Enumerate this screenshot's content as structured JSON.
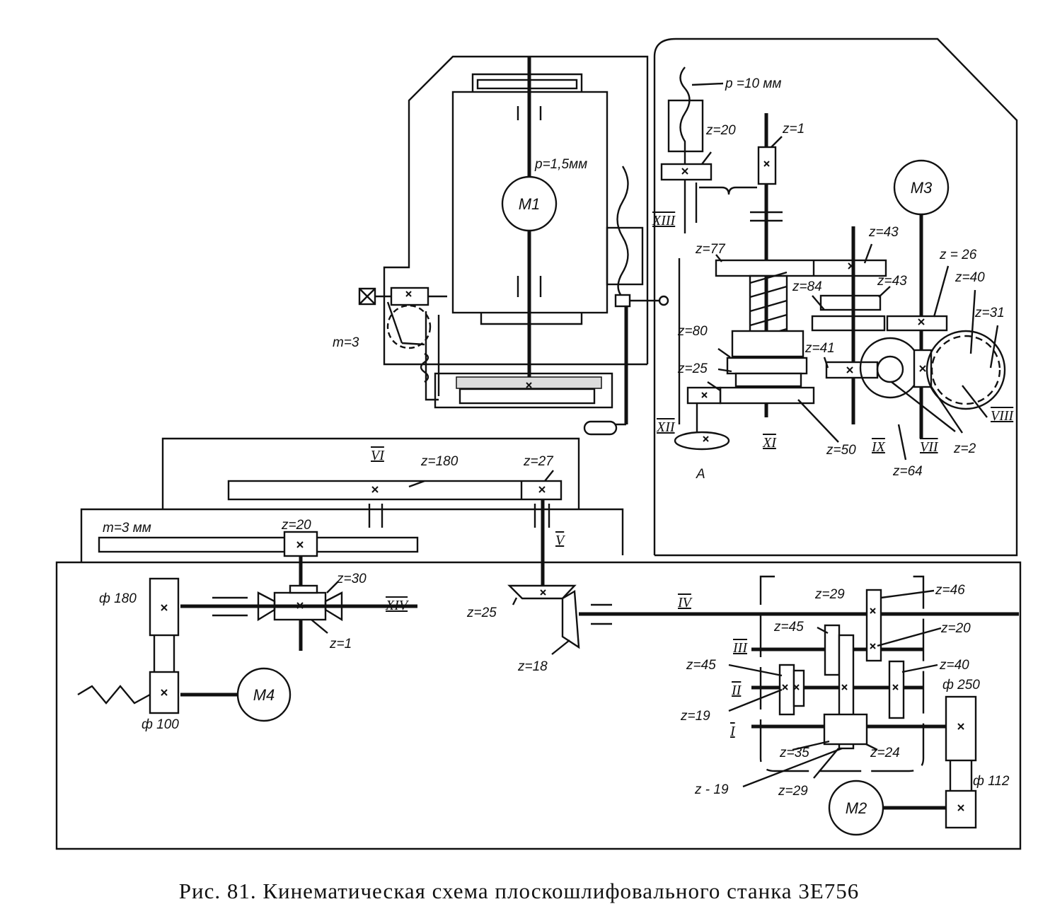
{
  "caption": "Рис. 81. Кинематическая схема плоскошлифовального станка 3Е756",
  "motors": [
    "М1",
    "М2",
    "М3",
    "М4"
  ],
  "labels": {
    "p_10": "p =10 мм",
    "p_15": "p=1,5мм",
    "m3": "m=3",
    "m3mm": "m=3 мм",
    "z20_top": "z=20",
    "z1_top": "z=1",
    "z77": "z=77",
    "z43a": "z=43",
    "z43b": "z=43",
    "z84": "z=84",
    "z26": "z = 26",
    "z40_top": "z=40",
    "z31": "z=31",
    "z80": "z=80",
    "z41": "z=41",
    "z25_top": "z=25",
    "z50": "z=50",
    "z64": "z=64",
    "z2": "z=2",
    "A": "A",
    "z180": "z=180",
    "z27": "z=27",
    "z20_mid": "z=20",
    "z30": "z=30",
    "z1_mid": "z=1",
    "z25_bev": "z=25",
    "z18": "z=18",
    "phi180": "ф 180",
    "phi100": "ф 100",
    "z46": "z=46",
    "z29a": "z=29",
    "z45a": "z=45",
    "z20_gb": "z=20",
    "z45b": "z=45",
    "z40_gb": "z=40",
    "z19a": "z=19",
    "z35": "z=35",
    "z24": "z=24",
    "z19b": "z - 19",
    "z29b": "z=29",
    "phi250": "ф 250",
    "phi112": "ф 112"
  },
  "shafts": {
    "I": "I",
    "II": "II",
    "III": "III",
    "IV": "IV",
    "V": "V",
    "VI": "VI",
    "VII": "VII",
    "VIII": "VIII",
    "IX": "IX",
    "XI": "XI",
    "XII": "XII",
    "XIII": "XIII",
    "XIV": "XIV"
  }
}
